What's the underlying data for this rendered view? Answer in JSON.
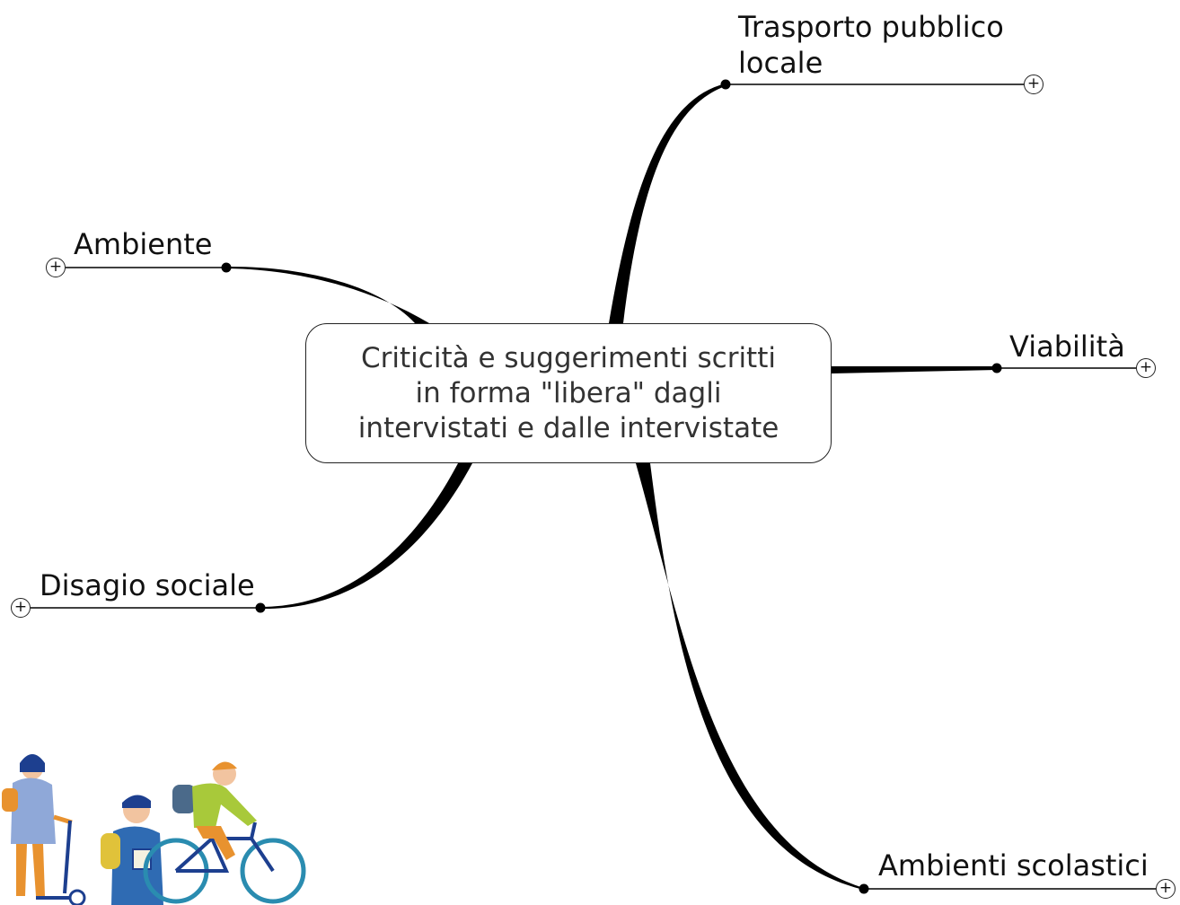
{
  "central_topic": "Criticità e suggerimenti scritti\nin forma \"libera\" dagli\nintervistati e dalle intervistate",
  "branches": [
    {
      "key": "trasporto",
      "label": "Trasporto pubblico\nlocale"
    },
    {
      "key": "ambiente",
      "label": "Ambiente"
    },
    {
      "key": "viabilita",
      "label": "Viabilità"
    },
    {
      "key": "disagio",
      "label": "Disagio sociale"
    },
    {
      "key": "scolastici",
      "label": "Ambienti scolastici"
    }
  ],
  "expand_symbol": "+",
  "colors": {
    "line": "#000000",
    "box_border": "#222222",
    "center_text": "#333333",
    "figure_orange": "#e8922f",
    "figure_blue": "#1d3f8f",
    "figure_green": "#a8c93a",
    "bike_teal": "#2a8cb0"
  }
}
